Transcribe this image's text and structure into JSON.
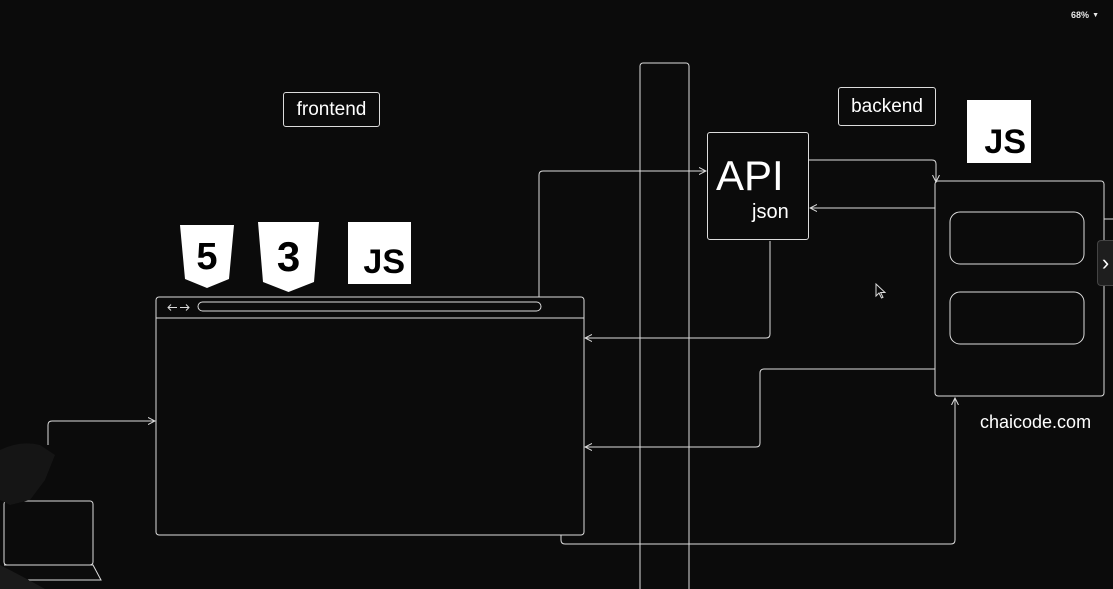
{
  "zoom": {
    "label": "68%"
  },
  "labels": {
    "frontend": "frontend",
    "backend": "backend",
    "api_title": "API",
    "api_subtitle": "json",
    "domain": "chaicode.com"
  },
  "logos": {
    "html5_glyph": "5",
    "css3_glyph": "3",
    "js_text": "JS"
  },
  "icons": [
    "html5-icon",
    "css3-icon",
    "js-icon",
    "pointer-cursor-icon",
    "chevron-right-icon",
    "back-forward-arrows-icon"
  ],
  "colors": {
    "background": "#0b0b0b",
    "stroke": "#dcdcdc",
    "logo_white": "#ffffff"
  }
}
